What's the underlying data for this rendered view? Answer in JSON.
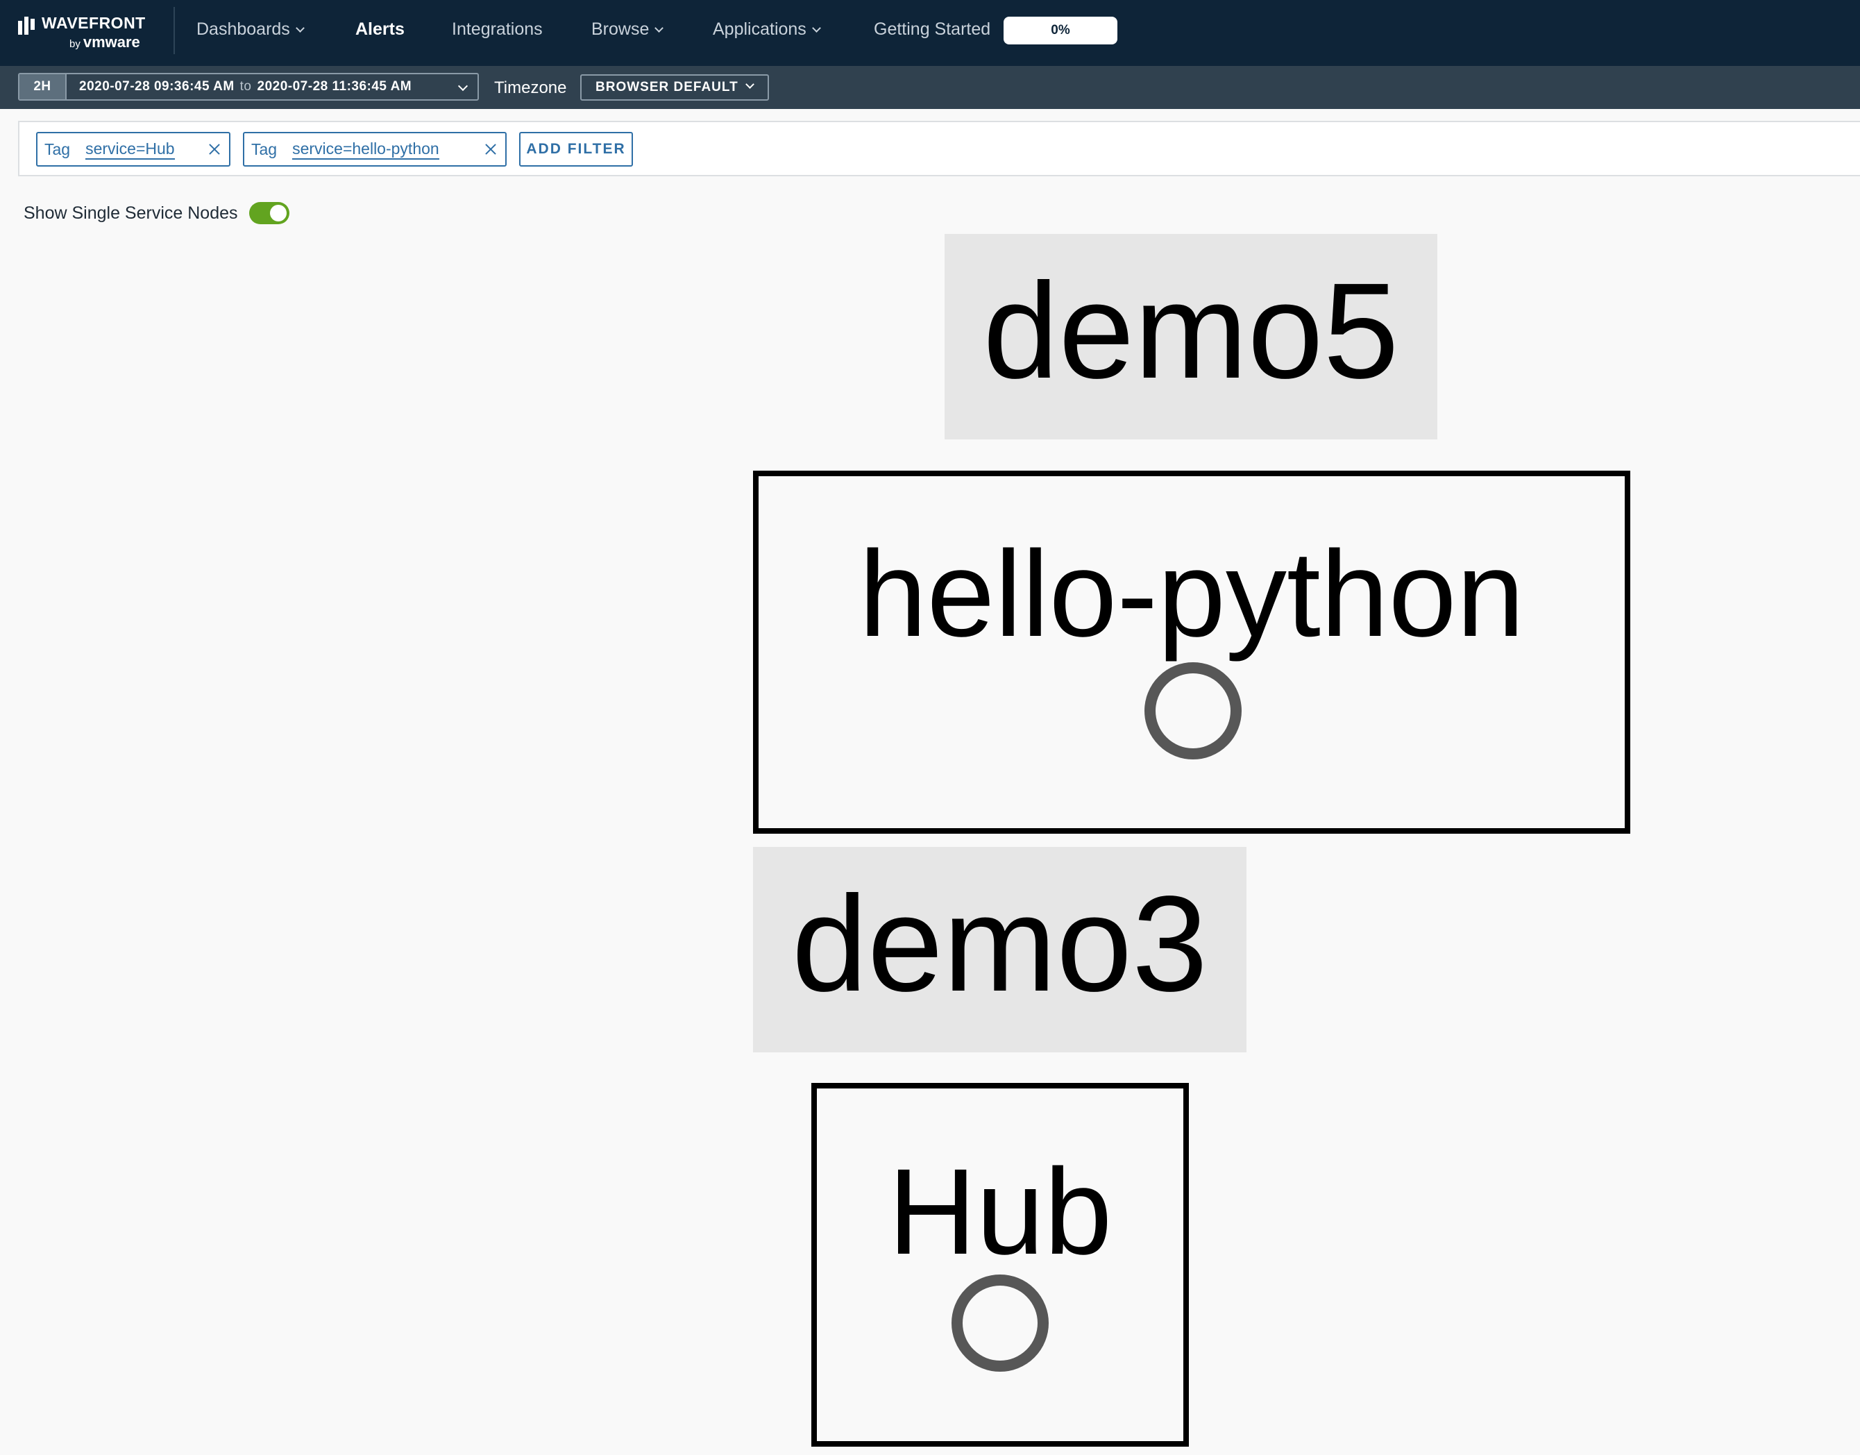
{
  "brand": {
    "name": "WAVEFRONT",
    "by": "by",
    "vendor": "vmware"
  },
  "nav": {
    "items": [
      {
        "label": "Dashboards",
        "has_menu": true
      },
      {
        "label": "Alerts",
        "active": true
      },
      {
        "label": "Integrations"
      },
      {
        "label": "Browse",
        "has_menu": true
      },
      {
        "label": "Applications",
        "has_menu": true
      },
      {
        "label": "Getting Started"
      }
    ],
    "getting_started_progress": "0%"
  },
  "timebar": {
    "preset": "2H",
    "start": "2020-07-28 09:36:45 AM",
    "to": "to",
    "end": "2020-07-28 11:36:45 AM",
    "timezone_label": "Timezone",
    "timezone_value": "BROWSER DEFAULT"
  },
  "filters": {
    "chips": [
      {
        "type": "Tag",
        "value": "service=Hub"
      },
      {
        "type": "Tag",
        "value": "service=hello-python"
      }
    ],
    "add_label": "ADD FILTER"
  },
  "options": {
    "single_service_label": "Show Single Service Nodes",
    "single_service_on": true
  },
  "graph": {
    "groups": [
      {
        "name": "demo5",
        "services": [
          "hello-python"
        ]
      },
      {
        "name": "demo3",
        "services": [
          "Hub"
        ]
      }
    ]
  },
  "colors": {
    "nav_bg": "#0e2438",
    "timebar_bg": "#30414f",
    "accent": "#2f6fa6",
    "toggle_on": "#62a420",
    "group_bg": "#e6e6e6",
    "node_circle": "#575757"
  }
}
